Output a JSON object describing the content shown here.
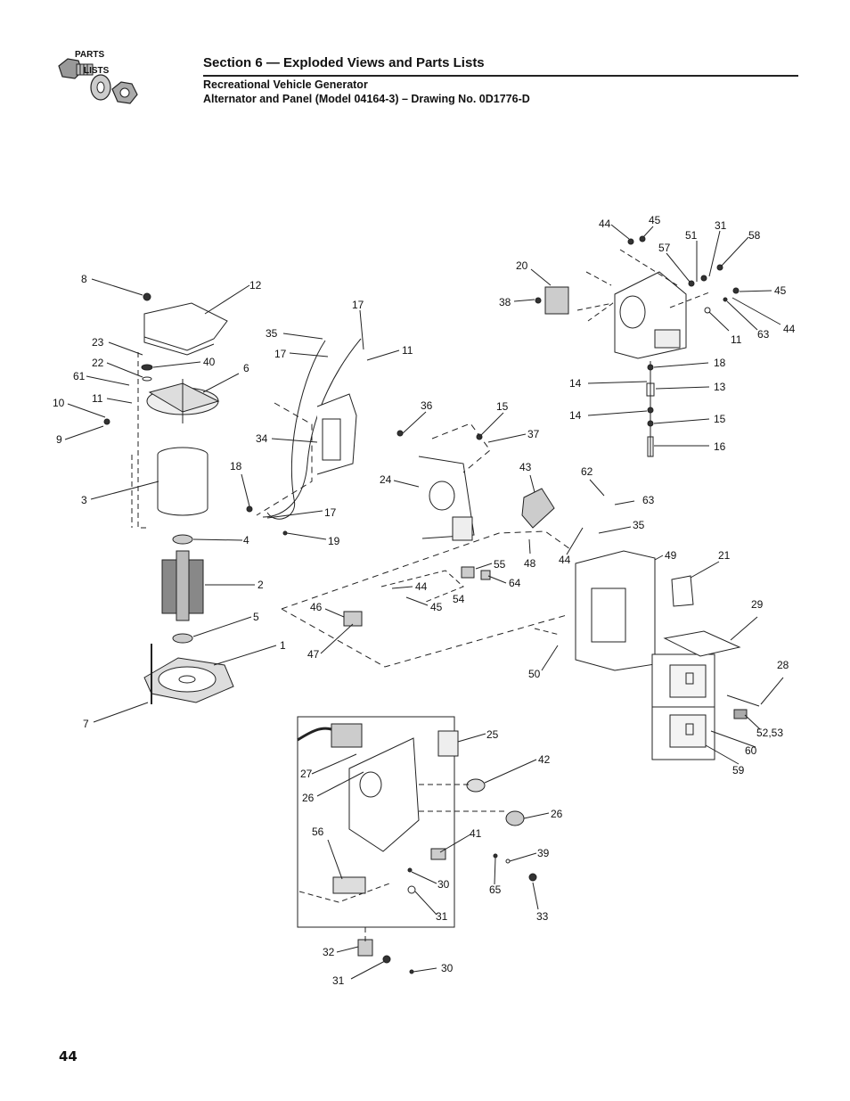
{
  "header": {
    "logo_line1": "PARTS",
    "logo_line2": "LISTS",
    "section_title": "Section 6 — Exploded Views and Parts Lists",
    "subtitle1": "Recreational Vehicle Generator",
    "subtitle2": "Alternator and Panel (Model 04164-3) – Drawing No. 0D1776-D"
  },
  "footer": {
    "page_number": "44"
  },
  "callouts": [
    "8",
    "12",
    "23",
    "40",
    "22",
    "6",
    "61",
    "11",
    "10",
    "9",
    "3",
    "18",
    "4",
    "2",
    "5",
    "1",
    "7",
    "35",
    "17",
    "17",
    "11",
    "34",
    "17",
    "19",
    "36",
    "15",
    "37",
    "24",
    "43",
    "62",
    "63",
    "35",
    "48",
    "44",
    "55",
    "64",
    "54",
    "46",
    "44",
    "45",
    "47",
    "49",
    "21",
    "50",
    "29",
    "28",
    "52,53",
    "60",
    "59",
    "44",
    "45",
    "51",
    "31",
    "58",
    "20",
    "57",
    "38",
    "45",
    "11",
    "63",
    "44",
    "18",
    "14",
    "13",
    "14",
    "15",
    "16",
    "25",
    "42",
    "27",
    "26",
    "26",
    "56",
    "41",
    "39",
    "30",
    "65",
    "33",
    "31",
    "32",
    "30",
    "31"
  ]
}
